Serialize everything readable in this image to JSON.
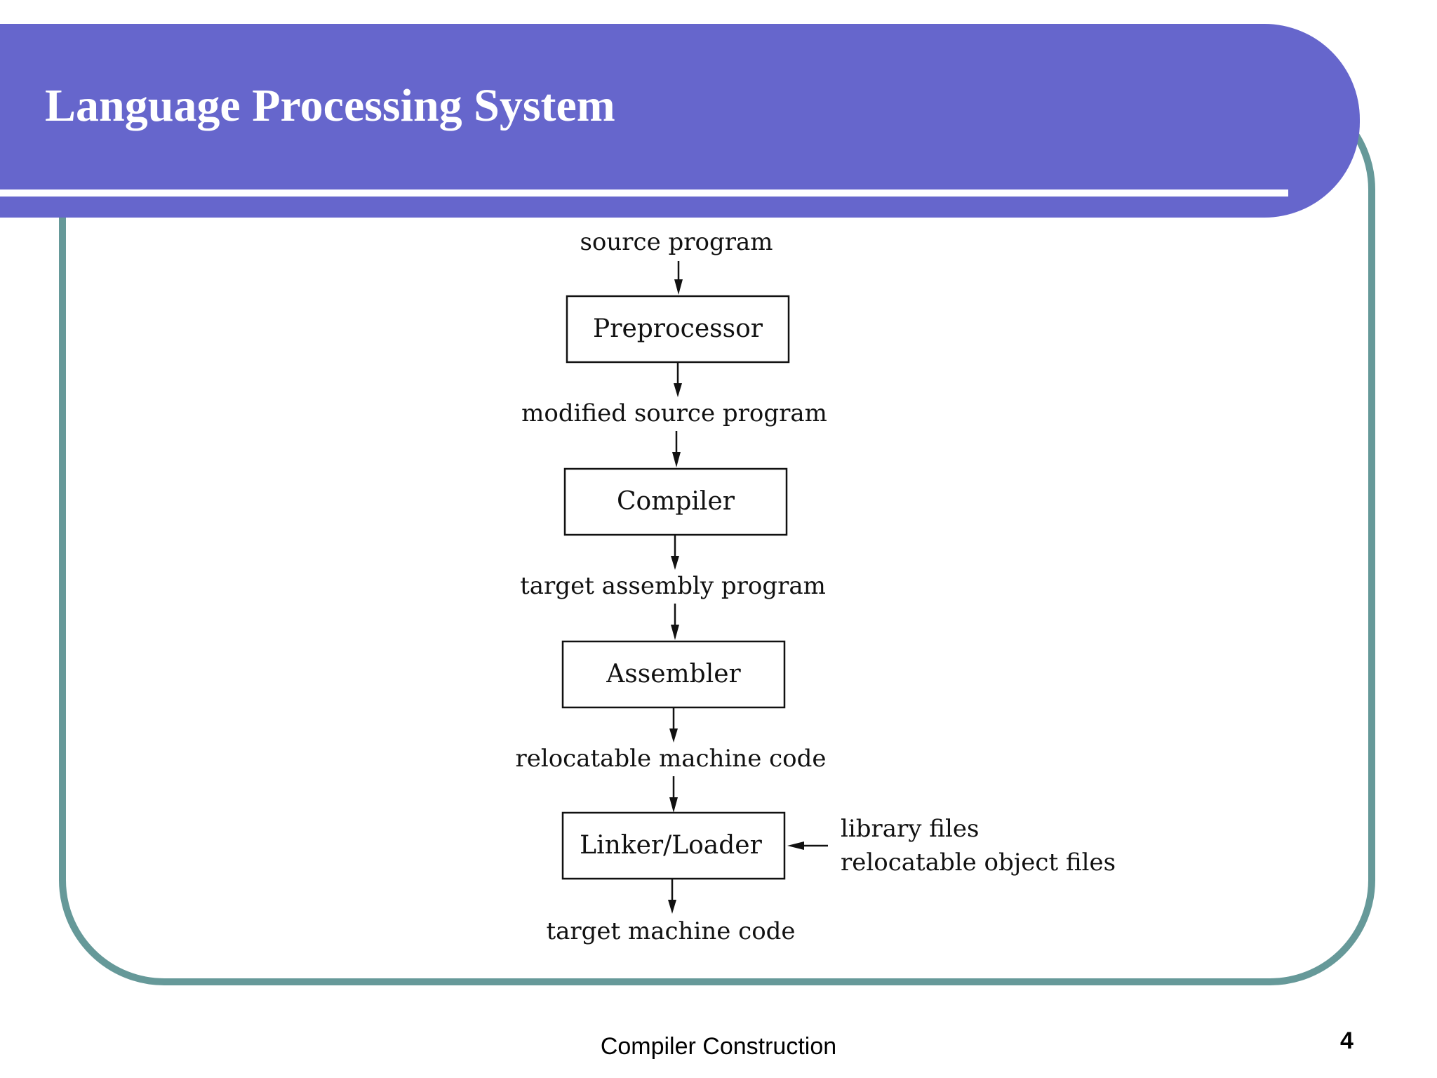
{
  "slide": {
    "title": "Language Processing System",
    "footer": "Compiler Construction",
    "page_number": "4"
  },
  "diagram": {
    "input_label": "source program",
    "stages": [
      {
        "name": "Preprocessor",
        "output": "modified source program"
      },
      {
        "name": "Compiler",
        "output": "target assembly program"
      },
      {
        "name": "Assembler",
        "output": "relocatable machine code"
      },
      {
        "name": "Linker/Loader",
        "output": "target machine code"
      }
    ],
    "side_inputs": [
      "library files",
      "relocatable object files"
    ]
  },
  "colors": {
    "banner": "#6666cc",
    "frame": "#669999",
    "title_text": "#ffffff",
    "diagram_ink": "#111111"
  }
}
